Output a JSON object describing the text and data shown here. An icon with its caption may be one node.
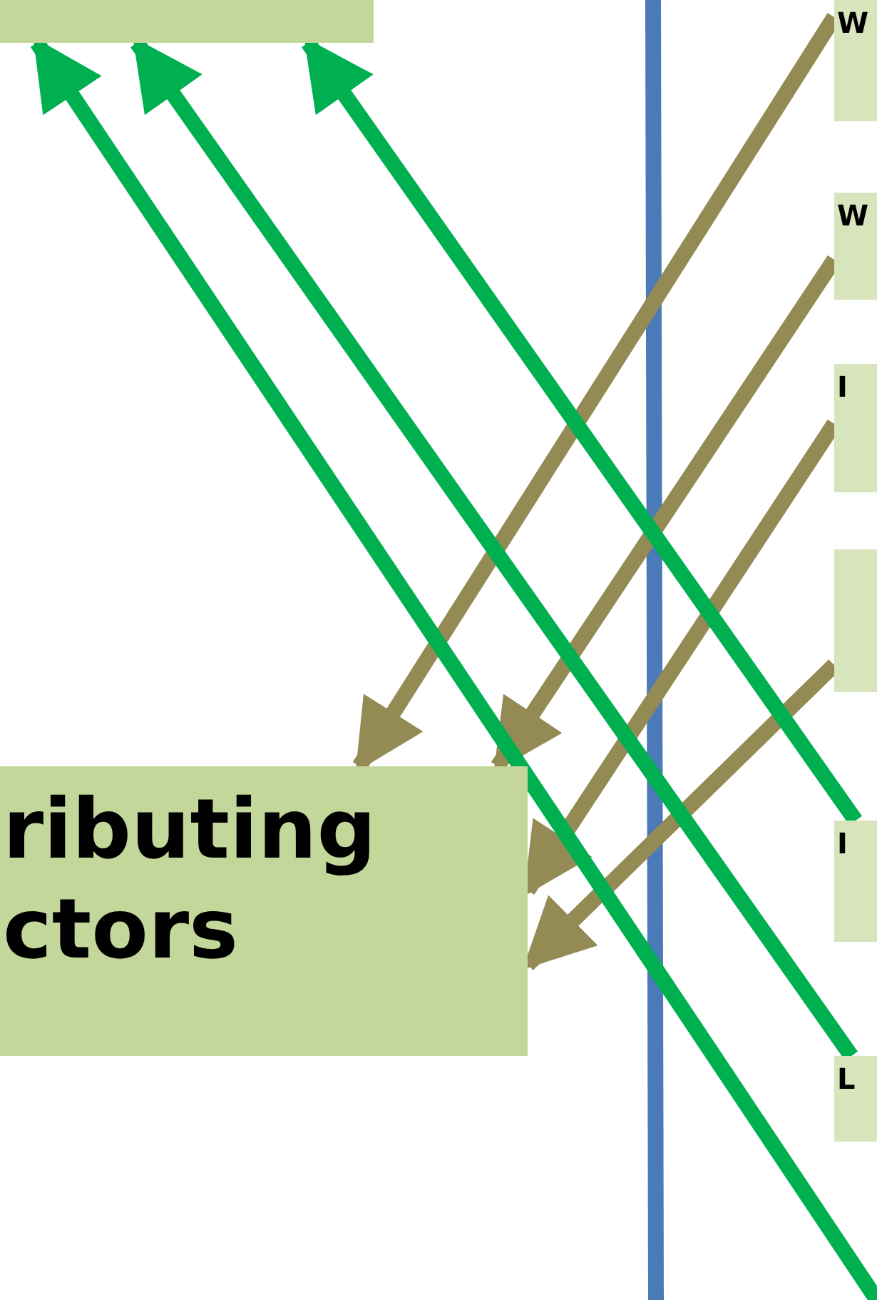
{
  "diagram": {
    "nodes": [
      {
        "text": [],
        "shape": "box"
      },
      {
        "text": [
          "ributing ctors"
        ]
      },
      {
        "text": [
          "W"
        ]
      },
      {
        "text": [
          "W"
        ]
      },
      {
        "text": [
          "I"
        ]
      },
      {
        "text": [],
        "shape": "box"
      },
      {
        "text": [
          "I"
        ]
      },
      {
        "text": [
          "L"
        ]
      }
    ],
    "edges": [
      {
        "from": 2,
        "to": 1,
        "arrow": "to"
      },
      {
        "from": 3,
        "to": 1,
        "arrow": "to"
      },
      {
        "from": 4,
        "to": 1,
        "arrow": "to"
      },
      {
        "from": 5,
        "to": 1,
        "arrow": "to"
      },
      {
        "from": 6,
        "to": 0,
        "arrow": "to",
        "color": "#00b050"
      },
      {
        "from": 7,
        "to": 0,
        "arrow": "to",
        "color": "#00b050"
      },
      {
        "from": null,
        "to": 0,
        "arrow": "to",
        "color": "#00b050"
      }
    ]
  }
}
